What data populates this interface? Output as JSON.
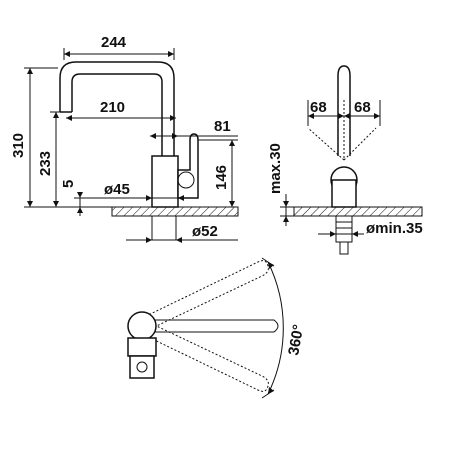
{
  "dimensions": {
    "width_total": "244",
    "width_reach": "210",
    "width_81": "81",
    "height_total": "310",
    "height_233": "233",
    "height_5": "5",
    "diameter_45": "ø45",
    "height_146": "146",
    "diameter_52": "ø52",
    "side_68_left": "68",
    "side_68_right": "68",
    "max_thickness": "max.30",
    "min_hole": "ømin.35",
    "rotation": "360°"
  }
}
